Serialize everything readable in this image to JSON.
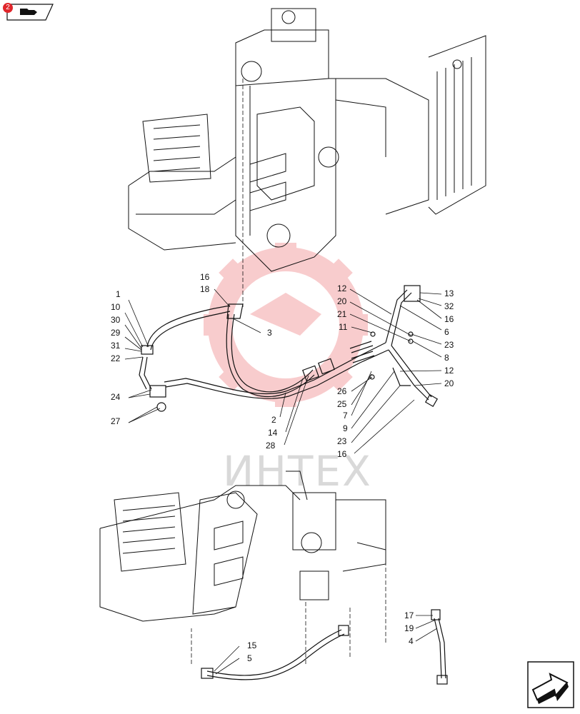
{
  "page_badge": "2",
  "watermark": "ИНТЕХ",
  "colors": {
    "line": "#111111",
    "watermark_gear": "#f4a3a6",
    "badge": "#e0262b"
  },
  "icons": {
    "nav_prev": "folder-arrow-icon",
    "nav_next": "next-page-arrow-icon"
  },
  "callouts": {
    "c16a": "16",
    "c18": "18",
    "c1": "1",
    "c10": "10",
    "c30": "30",
    "c29": "29",
    "c31": "31",
    "c22": "22",
    "c24": "24",
    "c27": "27",
    "c3": "3",
    "c2": "2",
    "c14": "14",
    "c28": "28",
    "c12a": "12",
    "c20a": "20",
    "c21": "21",
    "c11": "11",
    "c26": "26",
    "c25": "25",
    "c7": "7",
    "c9": "9",
    "c23b": "23",
    "c16c": "16",
    "c13": "13",
    "c32": "32",
    "c16b": "16",
    "c6": "6",
    "c23a": "23",
    "c8": "8",
    "c12b": "12",
    "c20b": "20",
    "c15": "15",
    "c5": "5",
    "c17": "17",
    "c19": "19",
    "c4": "4"
  }
}
